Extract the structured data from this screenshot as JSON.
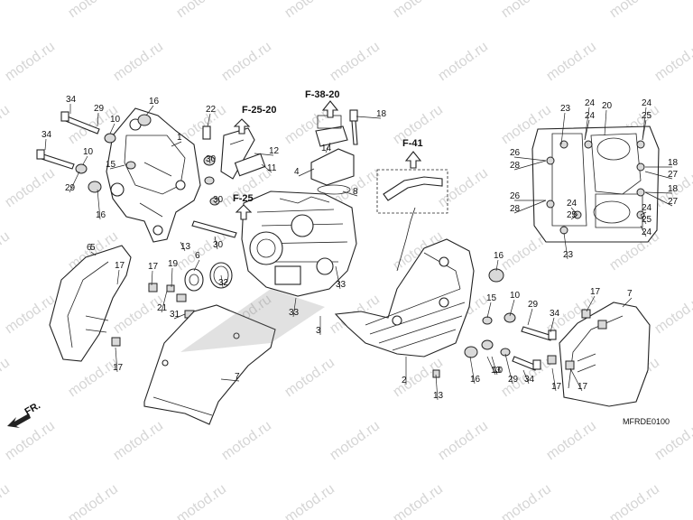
{
  "watermark": "motod.ru",
  "diagram_code": "MFRDE0100",
  "front_indicator": "FR.",
  "references": [
    "F-25-20",
    "F-38-20",
    "F-41",
    "F-25"
  ],
  "callouts": [
    "1",
    "2",
    "3",
    "4",
    "5",
    "6",
    "7",
    "8",
    "9",
    "10",
    "11",
    "12",
    "13",
    "14",
    "15",
    "16",
    "17",
    "18",
    "19",
    "20",
    "21",
    "22",
    "23",
    "24",
    "25",
    "26",
    "27",
    "28",
    "29",
    "30",
    "31",
    "32",
    "33",
    "34"
  ]
}
